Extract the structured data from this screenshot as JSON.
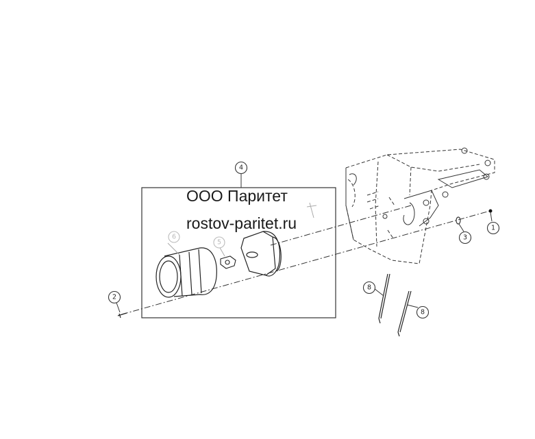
{
  "watermark": {
    "line1": "ООО Паритет",
    "line2": "rostov-paritet.ru"
  },
  "callouts": {
    "c1": "1",
    "c2": "2",
    "c3": "3",
    "c4": "4",
    "c5": "5",
    "c6": "6",
    "c8a": "8",
    "c8b": "8"
  }
}
